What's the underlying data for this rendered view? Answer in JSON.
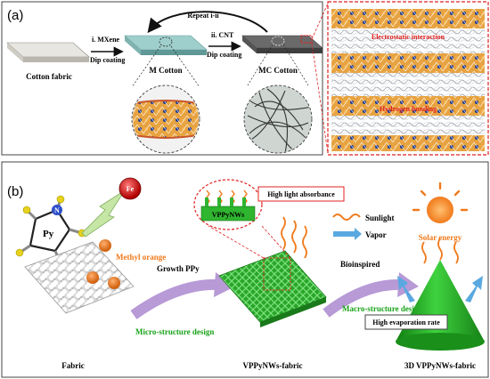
{
  "panel_a": {
    "letter": "(a)",
    "repeat_label": "Repeat i-ii",
    "step1_line1": "i. MXene",
    "step1_line2": "Dip coating",
    "step2_line1": "ii. CNT",
    "step2_line2": "Dip coating",
    "cotton_fabric": "Cotton fabric",
    "m_cotton": "M Cotton",
    "mc_cotton": "MC Cotton",
    "electrostatic": "Electrostatic interaction",
    "hydrogen": "Hydrogen bonding"
  },
  "panel_b": {
    "letter": "(b)",
    "py": "Py",
    "n_atom": "N",
    "fe": "Fe",
    "methyl_orange": "Methyl orange",
    "growth_ppy": "Growth PPy",
    "micro_design": "Micro-structure design",
    "fabric": "Fabric",
    "vppynws_label": "VPPyNWs",
    "high_light": "High light absorbance",
    "vppynws_fabric": "VPPyNWs-fabric",
    "bioinspired": "Bioinspired",
    "macro_design": "Macro-structure design",
    "sunlight": "Sunlight",
    "vapor": "Vapor",
    "solar_energy": "Solar energy",
    "high_evap": "High evaporation rate",
    "fabric_3d": "3D VPPyNWs-fabric"
  },
  "colors": {
    "teal_fabric": "#9fcfcc",
    "gray_fabric": "#6a6a6a",
    "green": "#2fb52f",
    "orange": "#f07a1c",
    "red_label": "#e02020",
    "purple_arrow": "#b79ad6",
    "blue_arrow": "#5aa8e0"
  }
}
